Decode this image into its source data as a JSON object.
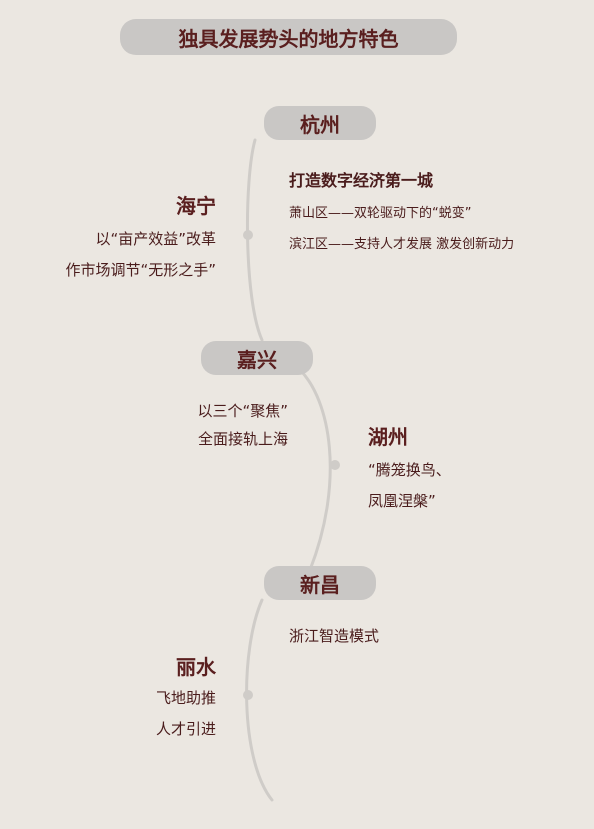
{
  "title": "独具发展势头的地方特色",
  "hangzhou": {
    "name": "杭州",
    "headline": "打造数字经济第一城",
    "lines": [
      "萧山区——双轮驱动下的“蜕变”",
      "滨江区——支持人才发展 激发创新动力"
    ]
  },
  "haining": {
    "name": "海宁",
    "lines": [
      "以“亩产效益”改革",
      "作市场调节“无形之手”"
    ]
  },
  "jiaxing": {
    "name": "嘉兴",
    "lines": [
      "以三个“聚焦”",
      "全面接轨上海"
    ]
  },
  "huzhou": {
    "name": "湖州",
    "lines": [
      "“腾笼换鸟、",
      "凤凰涅槃”"
    ]
  },
  "xinchang": {
    "name": "新昌",
    "lines": [
      "浙江智造模式"
    ]
  },
  "lishui": {
    "name": "丽水",
    "lines": [
      "飞地助推",
      "人才引进"
    ]
  },
  "colors": {
    "background": "#ebe7e1",
    "pill": "#c9c7c5",
    "text": "#5a1f1f",
    "line": "#cfccc8"
  }
}
